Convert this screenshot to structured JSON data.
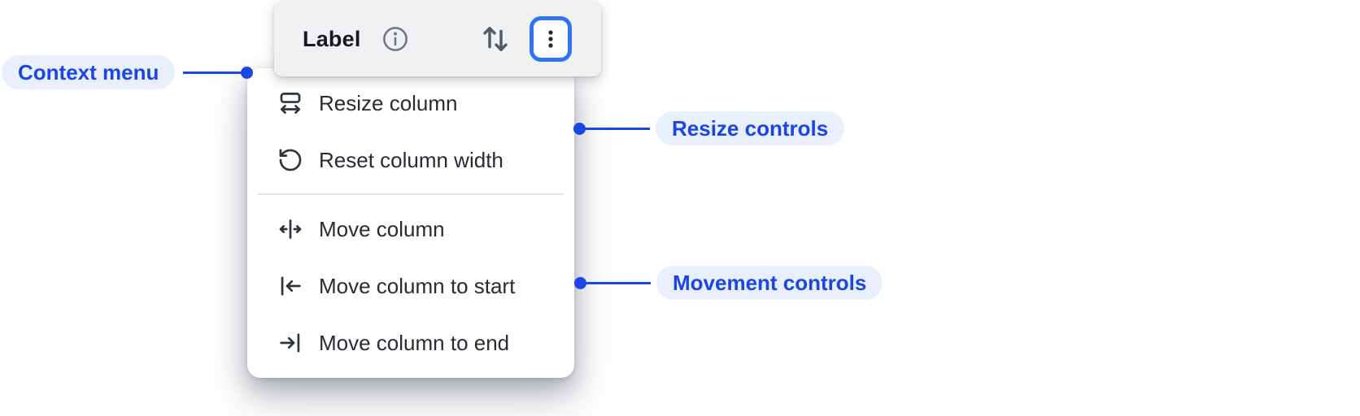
{
  "header": {
    "title": "Label"
  },
  "menu": {
    "items": [
      {
        "icon": "resize-column-icon",
        "label": "Resize column"
      },
      {
        "icon": "reset-column-width-icon",
        "label": "Reset column width"
      },
      {
        "icon": "move-column-icon",
        "label": "Move column"
      },
      {
        "icon": "move-column-to-start-icon",
        "label": "Move column to start"
      },
      {
        "icon": "move-column-to-end-icon",
        "label": "Move column to end"
      }
    ]
  },
  "callouts": {
    "context_menu": {
      "label": "Context menu"
    },
    "resize_controls": {
      "label": "Resize controls"
    },
    "movement_controls": {
      "label": "Movement controls"
    }
  },
  "colors": {
    "accent_blue": "#1A46E5",
    "pill_background": "#E9EFFD",
    "header_background": "#F0F1F3",
    "focus_ring_blue": "#3273F4",
    "menu_text": "#272C33",
    "divider": "#E4E6E9"
  }
}
